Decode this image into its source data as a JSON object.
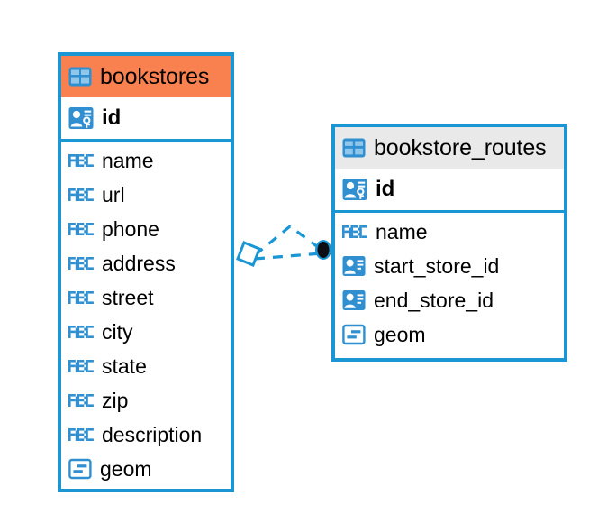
{
  "diagram": {
    "type": "entity-relationship-diagram",
    "background": "#ffffff",
    "accent_color": "#1a96d5",
    "highlight_color": "#f98150",
    "header_plain_color": "#e9e9e9"
  },
  "entities": [
    {
      "name": "bookstores",
      "header_style": "accent",
      "header_icon": "table-icon",
      "primary_key": {
        "label": "id",
        "icon": "primary-key-icon"
      },
      "fields": [
        {
          "label": "name",
          "icon": "text-type-icon"
        },
        {
          "label": "url",
          "icon": "text-type-icon"
        },
        {
          "label": "phone",
          "icon": "text-type-icon"
        },
        {
          "label": "address",
          "icon": "text-type-icon"
        },
        {
          "label": "street",
          "icon": "text-type-icon"
        },
        {
          "label": "city",
          "icon": "text-type-icon"
        },
        {
          "label": "state",
          "icon": "text-type-icon"
        },
        {
          "label": "zip",
          "icon": "text-type-icon"
        },
        {
          "label": "description",
          "icon": "text-type-icon"
        },
        {
          "label": "geom",
          "icon": "geometry-type-icon"
        }
      ]
    },
    {
      "name": "bookstore_routes",
      "header_style": "plain",
      "header_icon": "table-icon",
      "primary_key": {
        "label": "id",
        "icon": "primary-key-icon"
      },
      "fields": [
        {
          "label": "name",
          "icon": "text-type-icon"
        },
        {
          "label": "start_store_id",
          "icon": "foreign-key-icon"
        },
        {
          "label": "end_store_id",
          "icon": "foreign-key-icon"
        },
        {
          "label": "geom",
          "icon": "geometry-type-icon"
        }
      ]
    }
  ],
  "relationship": {
    "source_entity": "bookstores",
    "target_entity": "bookstore_routes",
    "line_style": "dashed",
    "source_marker": "diamond-marker",
    "target_marker": "dot-marker",
    "color": "#1a96d5"
  },
  "icon_glyphs": {
    "text_type_label": "ABC"
  }
}
